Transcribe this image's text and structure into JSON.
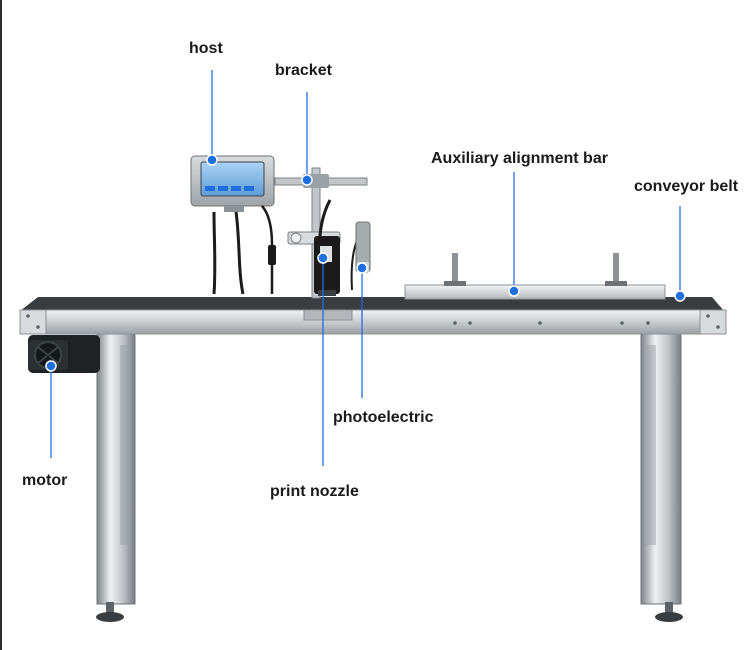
{
  "labels": {
    "host": "host",
    "bracket": "bracket",
    "auxiliary_alignment_bar": "Auxiliary alignment bar",
    "conveyor_belt": "conveyor belt",
    "photoelectric": "photoelectric",
    "motor": "motor",
    "print_nozzle": "print nozzle"
  },
  "colors": {
    "callout": "#1f6fe0",
    "steel_light": "#e3e5e7",
    "steel_dark": "#8d9296",
    "belt": "#3a3d40",
    "screen": "#7fb6e8",
    "black": "#1b1b1b"
  }
}
